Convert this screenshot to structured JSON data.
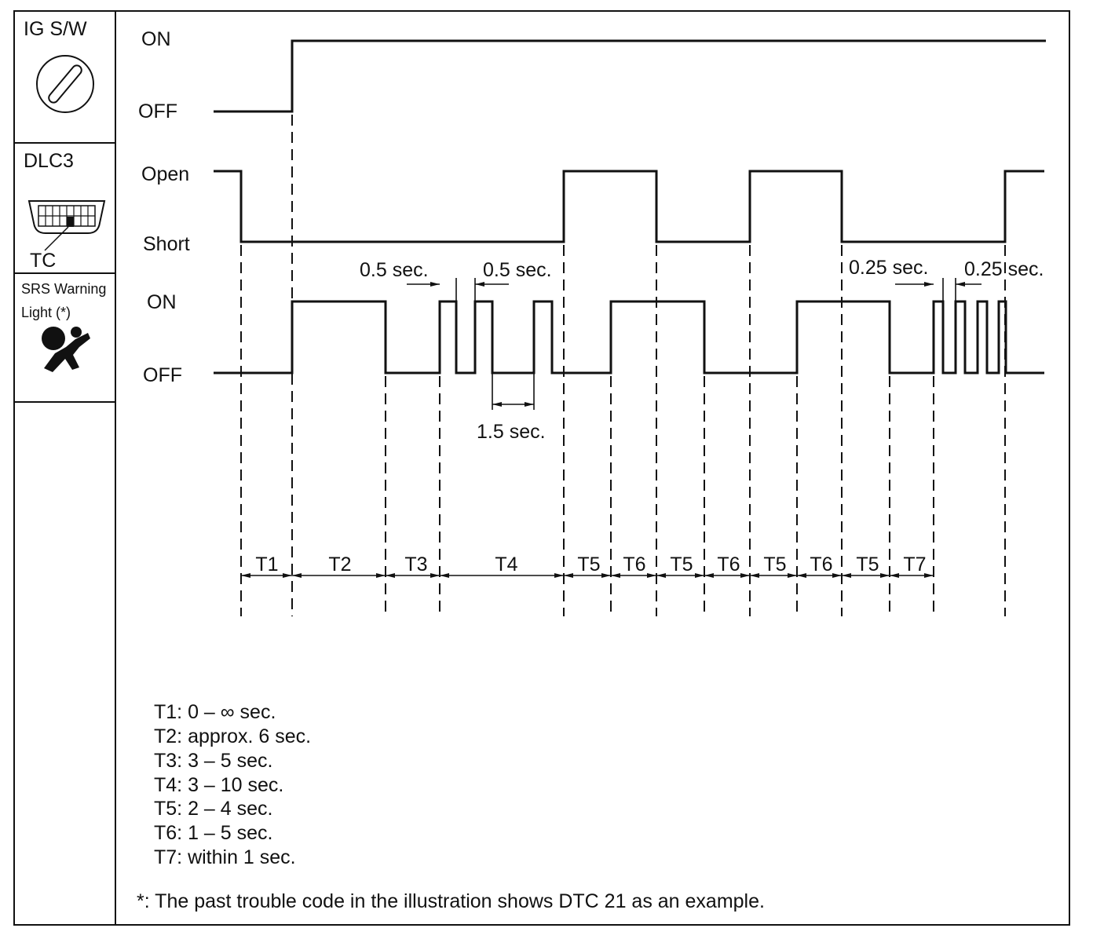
{
  "signals": [
    {
      "name": "IG S/W",
      "high_label": "ON",
      "low_label": "OFF",
      "icon": "ignition-key-icon"
    },
    {
      "name": "DLC3",
      "terminal_label": "TC",
      "high_label": "Open",
      "low_label": "Short",
      "icon": "dlc3-connector-icon"
    },
    {
      "name_line1": "SRS Warning",
      "name_line2": "Light (*)",
      "high_label": "ON",
      "low_label": "OFF",
      "icon": "airbag-warning-icon"
    }
  ],
  "durations": [
    "0.5 sec.",
    "0.5 sec.",
    "1.5 sec.",
    "0.25 sec.",
    "0.25 sec."
  ],
  "timing_segments": [
    "T1",
    "T2",
    "T3",
    "T4",
    "T5",
    "T6",
    "T5",
    "T6",
    "T5",
    "T6",
    "T5",
    "T7"
  ],
  "legend": [
    "T1: 0 – ∞ sec.",
    "T2: approx. 6 sec.",
    "T3: 3 – 5 sec.",
    "T4: 3 – 10 sec.",
    "T5: 2 – 4 sec.",
    "T6: 1 – 5 sec.",
    "T7: within 1 sec."
  ],
  "footnote": "*: The past trouble code in the illustration shows DTC 21 as an example.",
  "colors": {
    "ink": "#111111",
    "background": "#ffffff"
  }
}
